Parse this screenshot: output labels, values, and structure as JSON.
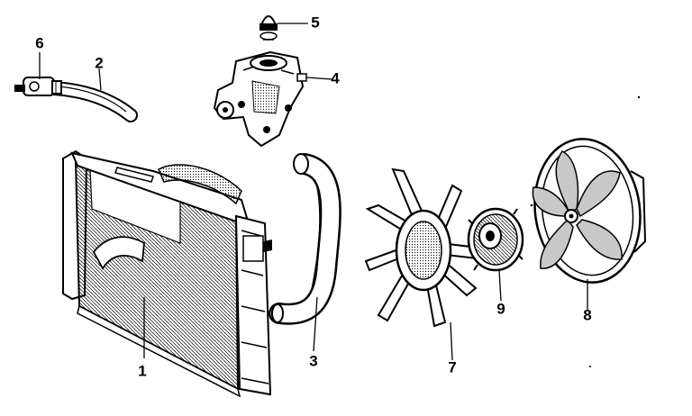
{
  "diagram": {
    "callouts": [
      {
        "id": "1",
        "label": "1"
      },
      {
        "id": "2",
        "label": "2"
      },
      {
        "id": "3",
        "label": "3"
      },
      {
        "id": "4",
        "label": "4"
      },
      {
        "id": "5",
        "label": "5"
      },
      {
        "id": "6",
        "label": "6"
      },
      {
        "id": "7",
        "label": "7"
      },
      {
        "id": "8",
        "label": "8"
      },
      {
        "id": "9",
        "label": "9"
      }
    ],
    "line_color": "#000000",
    "shade_color": "#c8c8c8",
    "background": "#ffffff"
  }
}
